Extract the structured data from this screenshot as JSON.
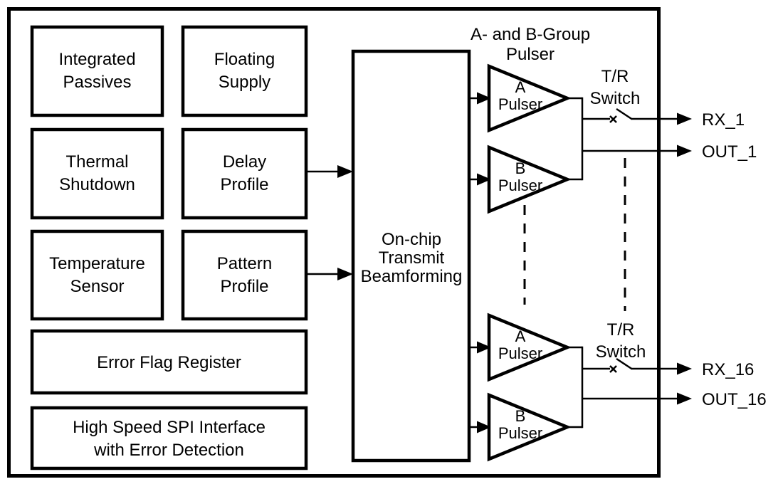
{
  "blocks": {
    "integrated_passives": [
      "Integrated",
      "Passives"
    ],
    "floating_supply": [
      "Floating",
      "Supply"
    ],
    "thermal_shutdown": [
      "Thermal",
      "Shutdown"
    ],
    "delay_profile": [
      "Delay",
      "Profile"
    ],
    "temperature_sensor": [
      "Temperature",
      "Sensor"
    ],
    "pattern_profile": [
      "Pattern",
      "Profile"
    ],
    "error_flag_register": [
      "Error Flag Register"
    ],
    "spi_interface": [
      "High Speed SPI Interface",
      "with Error Detection"
    ],
    "beamforming": [
      "On-chip",
      "Transmit",
      "Beamforming"
    ]
  },
  "pulser_group_title": [
    "A- and B-Group",
    "Pulser"
  ],
  "pulsers": {
    "top_a": [
      "A",
      "Pulser"
    ],
    "top_b": [
      "B",
      "Pulser"
    ],
    "bottom_a": [
      "A",
      "Pulser"
    ],
    "bottom_b": [
      "B",
      "Pulser"
    ]
  },
  "tr_switch_top": [
    "T/R",
    "Switch"
  ],
  "tr_switch_bottom": [
    "T/R",
    "Switch"
  ],
  "ports": {
    "rx_1": "RX_1",
    "out_1": "OUT_1",
    "rx_16": "RX_16",
    "out_16": "OUT_16"
  },
  "colors": {
    "ink": "#000000",
    "background": "#ffffff"
  }
}
